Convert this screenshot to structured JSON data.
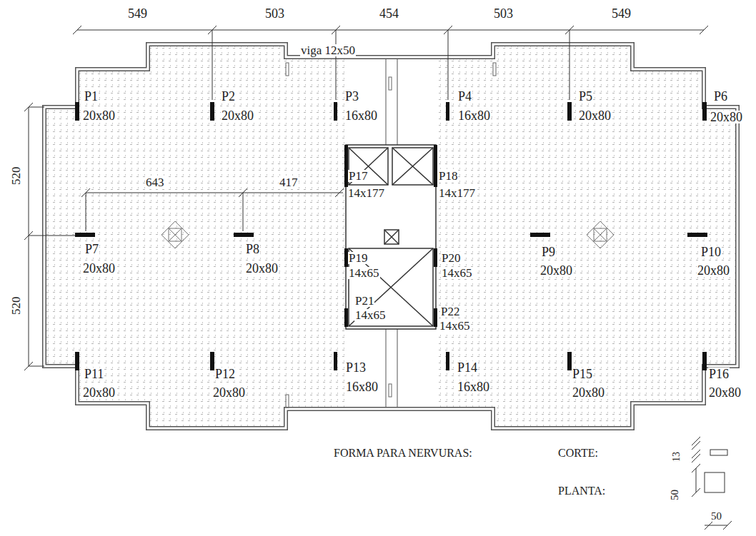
{
  "diagram": {
    "labels": [
      "549",
      "503",
      "454",
      "503",
      "549",
      "viga 12x50",
      "P1",
      "20x80",
      "P2",
      "20x80",
      "P3",
      "16x80",
      "P4",
      "16x80",
      "P5",
      "20x80",
      "P6",
      "20x80",
      "520",
      "643",
      "417",
      "P17",
      "14x177",
      "P18",
      "14x177",
      "P7",
      "20x80",
      "P8",
      "20x80",
      "P9",
      "20x80",
      "P10",
      "20x80",
      "P19",
      "14x65",
      "P20",
      "14x65",
      "P21",
      "14x65",
      "P22",
      "14x65",
      "520",
      "P11",
      "20x80",
      "P12",
      "20x80",
      "P13",
      "16x80",
      "P14",
      "16x80",
      "P15",
      "20x80",
      "P16",
      "20x80",
      "FORMA PARA NERVURAS:",
      "CORTE:",
      "PLANTA:",
      "13",
      "50",
      "50"
    ]
  }
}
